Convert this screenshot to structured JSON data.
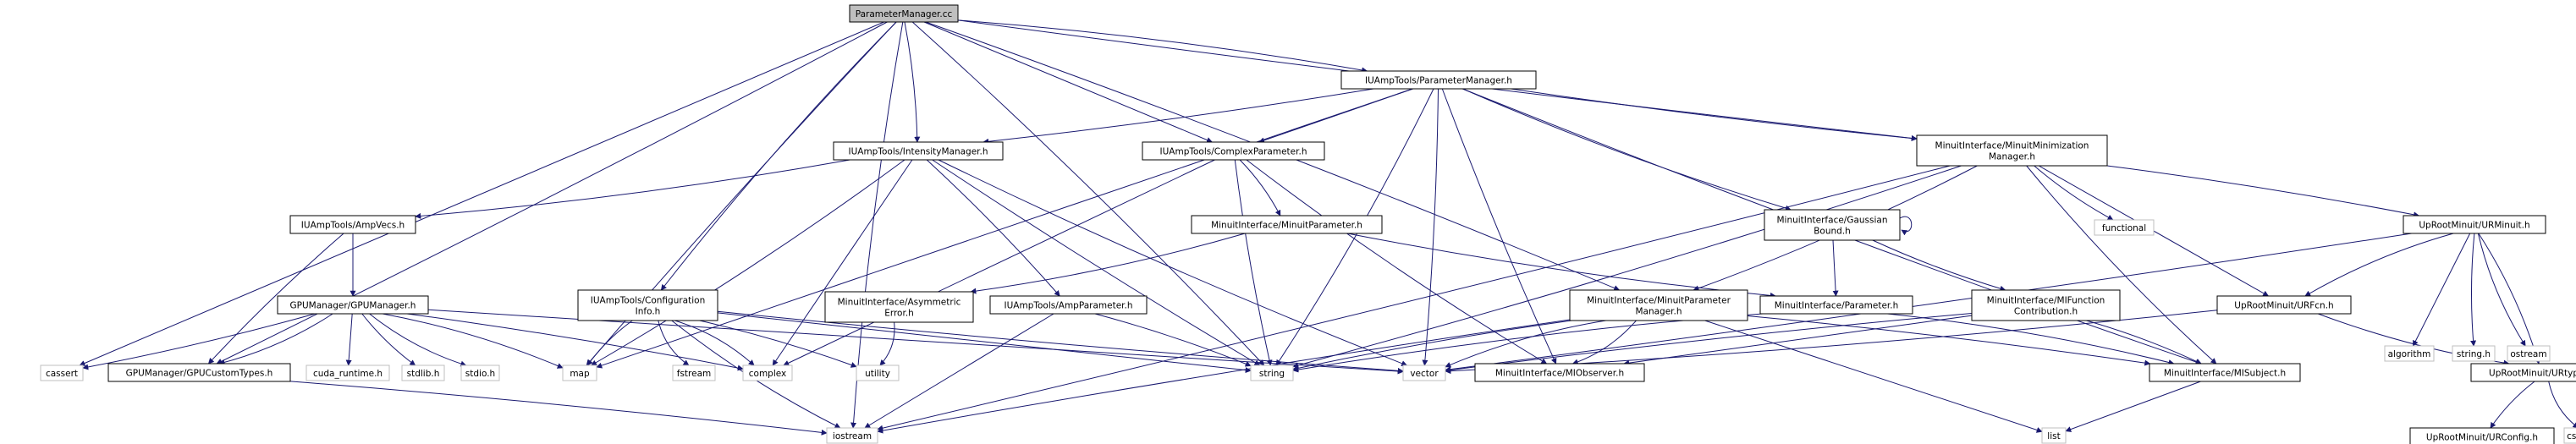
{
  "colors": {
    "edge": "#191970",
    "box_border": "#000000",
    "root_fill": "#bfbfbf",
    "file_fill": "#ffffff",
    "system_border": "#bfbfbf",
    "system_text": "#000000"
  },
  "nodes": [
    {
      "id": "root",
      "kind": "root",
      "lines": [
        "ParameterManager.cc"
      ]
    },
    {
      "id": "pm_h",
      "kind": "file",
      "lines": [
        "IUAmpTools/ParameterManager.h"
      ]
    },
    {
      "id": "intensity",
      "kind": "file",
      "lines": [
        "IUAmpTools/IntensityManager.h"
      ]
    },
    {
      "id": "complexparam",
      "kind": "file",
      "lines": [
        "IUAmpTools/ComplexParameter.h"
      ]
    },
    {
      "id": "minuitmin",
      "kind": "file",
      "lines": [
        "MinuitInterface/MinuitMinimization",
        "Manager.h"
      ]
    },
    {
      "id": "ampvecs",
      "kind": "file",
      "lines": [
        "IUAmpTools/AmpVecs.h"
      ]
    },
    {
      "id": "minuitparam",
      "kind": "file",
      "lines": [
        "MinuitInterface/MinuitParameter.h"
      ]
    },
    {
      "id": "gaussian",
      "kind": "file",
      "lines": [
        "MinuitInterface/Gaussian",
        "Bound.h"
      ]
    },
    {
      "id": "functional",
      "kind": "system",
      "lines": [
        "functional"
      ]
    },
    {
      "id": "urminuit",
      "kind": "file",
      "lines": [
        "UpRootMinuit/URMinuit.h"
      ]
    },
    {
      "id": "gpumanager",
      "kind": "file",
      "lines": [
        "GPUManager/GPUManager.h"
      ]
    },
    {
      "id": "configinfo",
      "kind": "file",
      "lines": [
        "IUAmpTools/Configuration",
        "Info.h"
      ]
    },
    {
      "id": "asymerror",
      "kind": "file",
      "lines": [
        "MinuitInterface/Asymmetric",
        "Error.h"
      ]
    },
    {
      "id": "ampparam",
      "kind": "file",
      "lines": [
        "IUAmpTools/AmpParameter.h"
      ]
    },
    {
      "id": "minuitpm",
      "kind": "file",
      "lines": [
        "MinuitInterface/MinuitParameter",
        "Manager.h"
      ]
    },
    {
      "id": "parameter",
      "kind": "file",
      "lines": [
        "MinuitInterface/Parameter.h"
      ]
    },
    {
      "id": "mifunction",
      "kind": "file",
      "lines": [
        "MinuitInterface/MIFunction",
        "Contribution.h"
      ]
    },
    {
      "id": "urfcn",
      "kind": "file",
      "lines": [
        "UpRootMinuit/URFcn.h"
      ]
    },
    {
      "id": "algorithm",
      "kind": "system",
      "lines": [
        "algorithm"
      ]
    },
    {
      "id": "string_h",
      "kind": "system",
      "lines": [
        "string.h"
      ]
    },
    {
      "id": "ostream",
      "kind": "system",
      "lines": [
        "ostream"
      ]
    },
    {
      "id": "cassert",
      "kind": "system",
      "lines": [
        "cassert"
      ]
    },
    {
      "id": "gpucustom",
      "kind": "file",
      "lines": [
        "GPUManager/GPUCustomTypes.h"
      ]
    },
    {
      "id": "cuda_runtime",
      "kind": "system",
      "lines": [
        "cuda_runtime.h"
      ]
    },
    {
      "id": "stdlib",
      "kind": "system",
      "lines": [
        "stdlib.h"
      ]
    },
    {
      "id": "stdio",
      "kind": "system",
      "lines": [
        "stdio.h"
      ]
    },
    {
      "id": "map",
      "kind": "system",
      "lines": [
        "map"
      ]
    },
    {
      "id": "fstream",
      "kind": "system",
      "lines": [
        "fstream"
      ]
    },
    {
      "id": "complex",
      "kind": "system",
      "lines": [
        "complex"
      ]
    },
    {
      "id": "utility",
      "kind": "system",
      "lines": [
        "utility"
      ]
    },
    {
      "id": "string",
      "kind": "system",
      "lines": [
        "string"
      ]
    },
    {
      "id": "vector",
      "kind": "system",
      "lines": [
        "vector"
      ]
    },
    {
      "id": "miobserver",
      "kind": "file",
      "lines": [
        "MinuitInterface/MIObserver.h"
      ]
    },
    {
      "id": "misubject",
      "kind": "file",
      "lines": [
        "MinuitInterface/MISubject.h"
      ]
    },
    {
      "id": "urtypes",
      "kind": "file",
      "lines": [
        "UpRootMinuit/URtypes.h"
      ]
    },
    {
      "id": "iostream",
      "kind": "system",
      "lines": [
        "iostream"
      ]
    },
    {
      "id": "list",
      "kind": "system",
      "lines": [
        "list"
      ]
    },
    {
      "id": "urconfig",
      "kind": "file",
      "lines": [
        "UpRootMinuit/URConfig.h"
      ]
    },
    {
      "id": "cstddef",
      "kind": "system",
      "lines": [
        "cstddef"
      ]
    }
  ],
  "edges": [
    [
      "root",
      "pm_h"
    ],
    [
      "root",
      "intensity"
    ],
    [
      "root",
      "complexparam"
    ],
    [
      "root",
      "minuitmin"
    ],
    [
      "root",
      "configinfo"
    ],
    [
      "root",
      "minuitpm"
    ],
    [
      "root",
      "gpucustom"
    ],
    [
      "root",
      "cassert"
    ],
    [
      "root",
      "map"
    ],
    [
      "root",
      "iostream"
    ],
    [
      "root",
      "string"
    ],
    [
      "pm_h",
      "intensity"
    ],
    [
      "pm_h",
      "complexparam"
    ],
    [
      "pm_h",
      "minuitmin"
    ],
    [
      "pm_h",
      "gaussian"
    ],
    [
      "pm_h",
      "string"
    ],
    [
      "pm_h",
      "vector"
    ],
    [
      "pm_h",
      "map"
    ],
    [
      "pm_h",
      "miobserver"
    ],
    [
      "pm_h",
      "misubject"
    ],
    [
      "intensity",
      "ampvecs"
    ],
    [
      "intensity",
      "ampparam"
    ],
    [
      "intensity",
      "complex"
    ],
    [
      "intensity",
      "string"
    ],
    [
      "intensity",
      "vector"
    ],
    [
      "intensity",
      "map"
    ],
    [
      "complexparam",
      "minuitparam"
    ],
    [
      "complexparam",
      "complex"
    ],
    [
      "complexparam",
      "string"
    ],
    [
      "complexparam",
      "miobserver"
    ],
    [
      "minuitmin",
      "minuitpm"
    ],
    [
      "minuitmin",
      "urminuit"
    ],
    [
      "minuitmin",
      "urfcn"
    ],
    [
      "minuitmin",
      "functional"
    ],
    [
      "minuitmin",
      "misubject"
    ],
    [
      "minuitmin",
      "string"
    ],
    [
      "minuitmin",
      "iostream"
    ],
    [
      "ampvecs",
      "gpumanager"
    ],
    [
      "ampvecs",
      "gpucustom"
    ],
    [
      "minuitparam",
      "parameter"
    ],
    [
      "minuitparam",
      "asymerror"
    ],
    [
      "gaussian",
      "gaussian"
    ],
    [
      "gaussian",
      "parameter"
    ],
    [
      "gaussian",
      "mifunction"
    ],
    [
      "urminuit",
      "urfcn"
    ],
    [
      "urminuit",
      "urtypes"
    ],
    [
      "urminuit",
      "vector"
    ],
    [
      "urminuit",
      "algorithm"
    ],
    [
      "urminuit",
      "string_h"
    ],
    [
      "urminuit",
      "ostream"
    ],
    [
      "gpumanager",
      "gpucustom"
    ],
    [
      "gpumanager",
      "cassert"
    ],
    [
      "gpumanager",
      "cuda_runtime"
    ],
    [
      "gpumanager",
      "stdlib"
    ],
    [
      "gpumanager",
      "stdio"
    ],
    [
      "gpumanager",
      "map"
    ],
    [
      "gpumanager",
      "complex"
    ],
    [
      "gpumanager",
      "vector"
    ],
    [
      "configinfo",
      "map"
    ],
    [
      "configinfo",
      "fstream"
    ],
    [
      "configinfo",
      "complex"
    ],
    [
      "configinfo",
      "utility"
    ],
    [
      "configinfo",
      "string"
    ],
    [
      "configinfo",
      "vector"
    ],
    [
      "configinfo",
      "iostream"
    ],
    [
      "asymerror",
      "utility"
    ],
    [
      "ampparam",
      "string"
    ],
    [
      "ampparam",
      "iostream"
    ],
    [
      "minuitpm",
      "string"
    ],
    [
      "minuitpm",
      "vector"
    ],
    [
      "minuitpm",
      "miobserver"
    ],
    [
      "minuitpm",
      "misubject"
    ],
    [
      "minuitpm",
      "list"
    ],
    [
      "minuitpm",
      "iostream"
    ],
    [
      "parameter",
      "string"
    ],
    [
      "parameter",
      "misubject"
    ],
    [
      "mifunction",
      "misubject"
    ],
    [
      "mifunction",
      "miobserver"
    ],
    [
      "mifunction",
      "vector"
    ],
    [
      "urfcn",
      "urtypes"
    ],
    [
      "urfcn",
      "vector"
    ],
    [
      "gpucustom",
      "iostream"
    ],
    [
      "misubject",
      "list"
    ],
    [
      "urtypes",
      "urconfig"
    ],
    [
      "urtypes",
      "cstddef"
    ]
  ]
}
